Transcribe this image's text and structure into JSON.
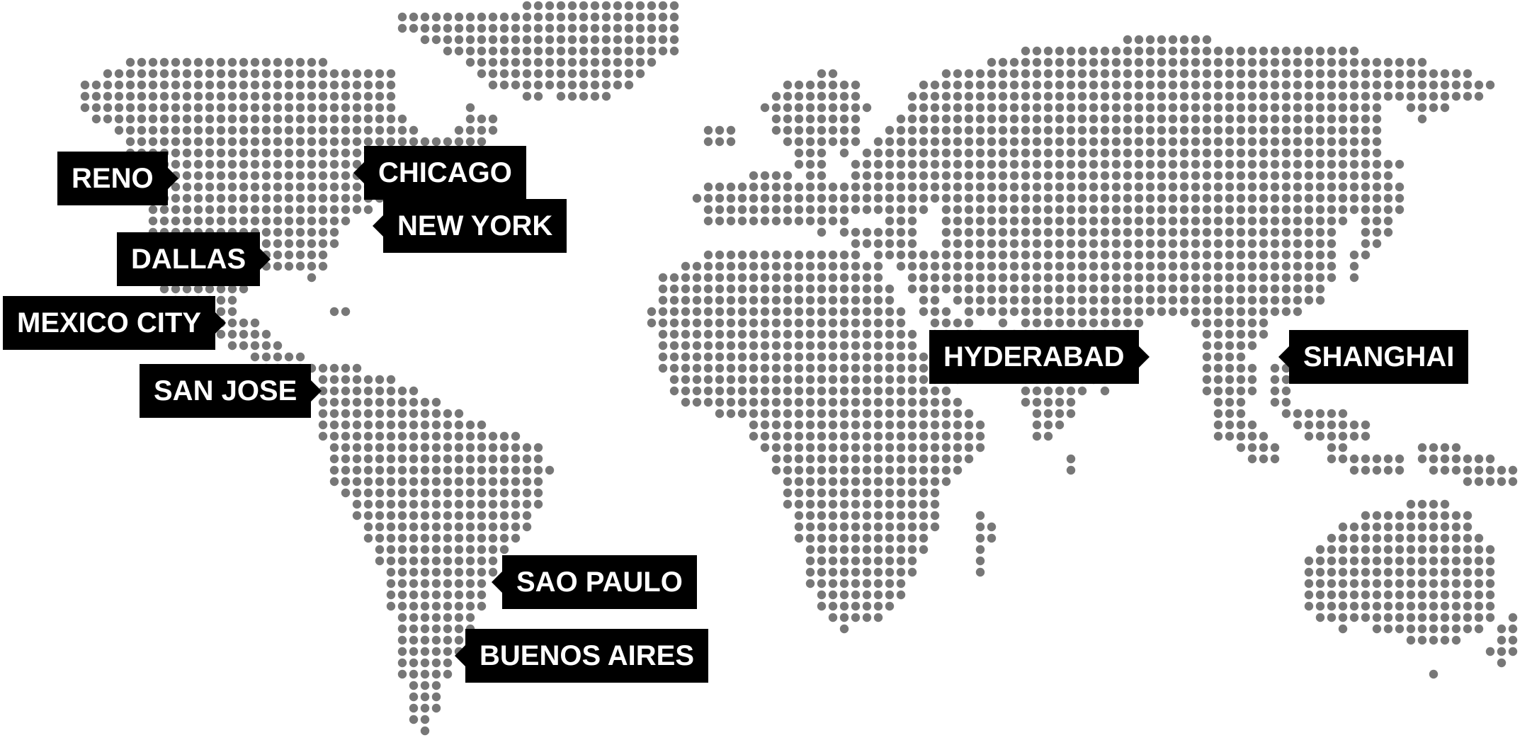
{
  "map": {
    "dot_color": "#777777",
    "background_color": "#ffffff",
    "label_background": "#000000",
    "label_text_color": "#ffffff"
  },
  "cities": [
    {
      "id": "reno",
      "name": "RENO"
    },
    {
      "id": "chicago",
      "name": "CHICAGO"
    },
    {
      "id": "new-york",
      "name": "NEW YORK"
    },
    {
      "id": "dallas",
      "name": "DALLAS"
    },
    {
      "id": "mexico-city",
      "name": "MEXICO CITY"
    },
    {
      "id": "san-jose",
      "name": "SAN JOSE"
    },
    {
      "id": "sao-paulo",
      "name": "SAO PAULO"
    },
    {
      "id": "buenos-aires",
      "name": "BUENOS AIRES"
    },
    {
      "id": "hyderabad",
      "name": "HYDERABAD"
    },
    {
      "id": "shanghai",
      "name": "SHANGHAI"
    }
  ]
}
